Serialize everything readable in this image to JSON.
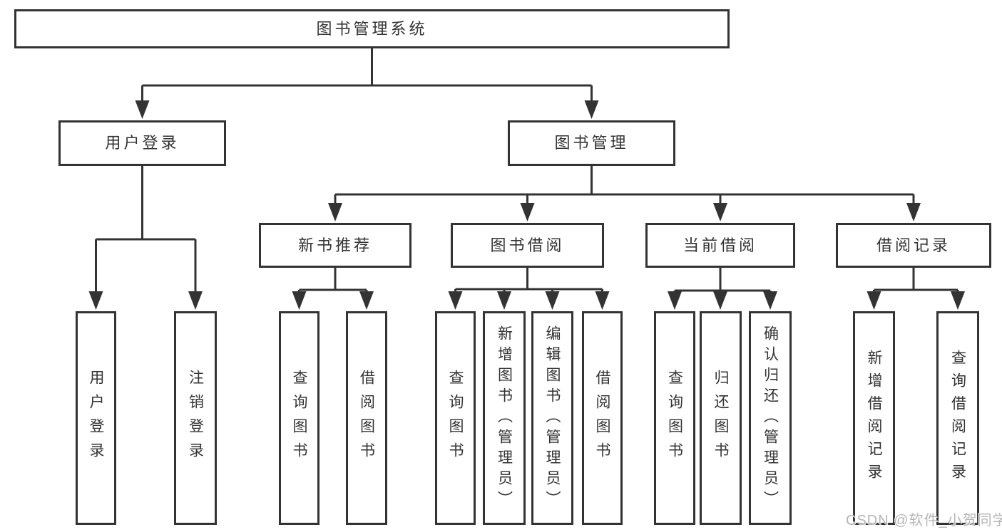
{
  "colors": {
    "background": "#ffffff",
    "line": "#333333",
    "box_border": "#333333",
    "text": "#333333",
    "watermark": "#b6b6b6"
  },
  "diagram": {
    "root": {
      "label": "图书管理系统"
    },
    "level2": {
      "user_login": {
        "label": "用户登录"
      },
      "book_management": {
        "label": "图书管理"
      }
    },
    "level3": {
      "new_book_recommend": {
        "label": "新书推荐"
      },
      "book_borrowing": {
        "label": "图书借阅"
      },
      "current_borrowing": {
        "label": "当前借阅"
      },
      "borrowing_records": {
        "label": "借阅记录"
      }
    },
    "level4": {
      "user_login_children": [
        {
          "label": "用户登录"
        },
        {
          "label": "注销登录"
        }
      ],
      "new_book_recommend_children": [
        {
          "label": "查询图书"
        },
        {
          "label": "借阅图书"
        }
      ],
      "book_borrowing_children": [
        {
          "label": "查询图书"
        },
        {
          "label": "新增图书（管理员）"
        },
        {
          "label": "编辑图书（管理员）"
        },
        {
          "label": "借阅图书"
        }
      ],
      "current_borrowing_children": [
        {
          "label": "查询图书"
        },
        {
          "label": "归还图书"
        },
        {
          "label": "确认归还（管理员）"
        }
      ],
      "borrowing_records_children": [
        {
          "label": "新增借阅记录"
        },
        {
          "label": "查询借阅记录"
        }
      ]
    }
  },
  "watermark": {
    "text": "CSDN @软件_小贺同学"
  }
}
